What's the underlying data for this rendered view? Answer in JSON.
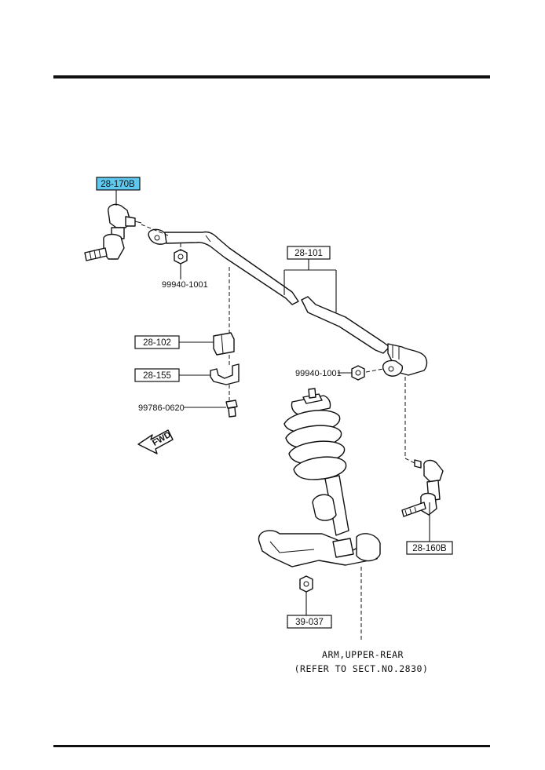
{
  "parts": {
    "link_left": "28-170B",
    "stabilizer_bar": "28-101",
    "bushing": "28-102",
    "bracket": "28-155",
    "link_right": "28-160B",
    "arm_nut": "39-037"
  },
  "fasteners": {
    "nut_left": "99940-1001",
    "nut_right": "99940-1001",
    "bolt": "99786-0620"
  },
  "fwd_label": "FWD",
  "note": {
    "line1": "ARM,UPPER-REAR",
    "line2": "(REFER TO SECT.NO.2830)"
  },
  "colors": {
    "highlight": "#5ec8ee",
    "line": "#111111"
  }
}
